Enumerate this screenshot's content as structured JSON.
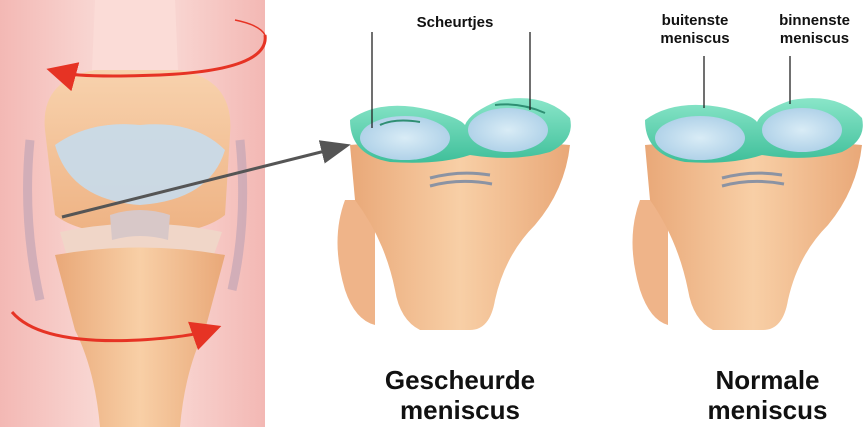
{
  "labels": {
    "tears": "Scheurtjes",
    "outer_meniscus": "buitenste\nmeniscus",
    "inner_meniscus": "binnenste\nmeniscus",
    "torn_caption": "Gescheurde\nmeniscus",
    "normal_caption": "Normale\nmeniscus"
  },
  "icons": {
    "rotation_arrows": "curved-red-arrow-icon",
    "pointer_arrow": "grey-arrow-icon"
  },
  "colors": {
    "skin": "#f6c9c4",
    "bone": "#f5c69a",
    "cartilage": "#cfe3ef",
    "meniscus": "#67d7b7",
    "arrow_red": "#e63324",
    "arrow_grey": "#555555"
  }
}
